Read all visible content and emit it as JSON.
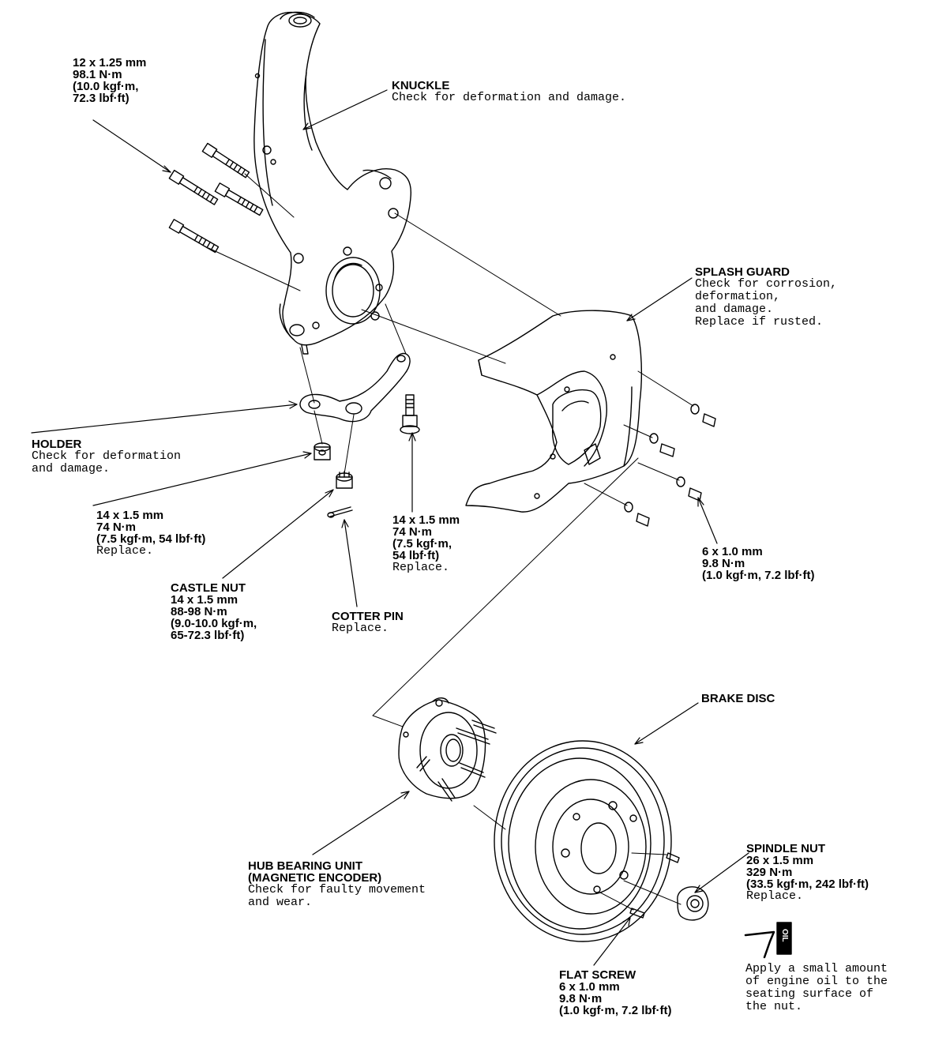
{
  "labels": {
    "knuckle_bolts": {
      "spec": [
        "12 x 1.25 mm",
        "98.1 N·m",
        "(10.0 kgf·m,",
        "72.3 lbf·ft)"
      ]
    },
    "knuckle": {
      "title": "KNUCKLE",
      "notes": [
        "Check for deformation and damage."
      ]
    },
    "splash_guard": {
      "title": "SPLASH GUARD",
      "notes": [
        "Check for corrosion,",
        "deformation,",
        "and damage.",
        "Replace if rusted."
      ]
    },
    "holder": {
      "title": "HOLDER",
      "notes": [
        "Check for deformation",
        "and damage."
      ]
    },
    "holder_nut": {
      "spec": [
        "14 x 1.5 mm",
        "74 N·m",
        "(7.5 kgf·m, 54 lbf·ft)"
      ],
      "notes": [
        "Replace."
      ]
    },
    "holder_bolt": {
      "spec": [
        "14 x 1.5 mm",
        "74 N·m",
        "(7.5 kgf·m,",
        "54 lbf·ft)"
      ],
      "notes": [
        "Replace."
      ]
    },
    "splash_bolts": {
      "spec": [
        "6 x 1.0 mm",
        "9.8 N·m",
        "(1.0 kgf·m, 7.2 lbf·ft)"
      ]
    },
    "castle_nut": {
      "spec": [
        "CASTLE NUT",
        "14 x 1.5 mm",
        "88-98 N·m",
        "(9.0-10.0 kgf·m,",
        "65-72.3 lbf·ft)"
      ]
    },
    "cotter_pin": {
      "title": "COTTER PIN",
      "notes": [
        "Replace."
      ]
    },
    "brake_disc": {
      "title": "BRAKE DISC"
    },
    "hub_bearing": {
      "spec": [
        "HUB BEARING UNIT",
        "(MAGNETIC ENCODER)"
      ],
      "notes": [
        "Check for faulty movement",
        "and wear."
      ]
    },
    "spindle_nut": {
      "spec": [
        "SPINDLE NUT",
        "26 x 1.5 mm",
        "329 N·m",
        "(33.5 kgf·m, 242 lbf·ft)"
      ],
      "notes": [
        "Replace."
      ]
    },
    "oil_note": {
      "notes": [
        "Apply a small amount",
        "of engine oil to the",
        "seating surface of",
        "the nut."
      ],
      "tag": "OIL"
    },
    "flat_screw": {
      "spec": [
        "FLAT SCREW",
        "6 x 1.0 mm",
        "9.8 N·m",
        "(1.0 kgf·m, 7.2 lbf·ft)"
      ]
    }
  }
}
